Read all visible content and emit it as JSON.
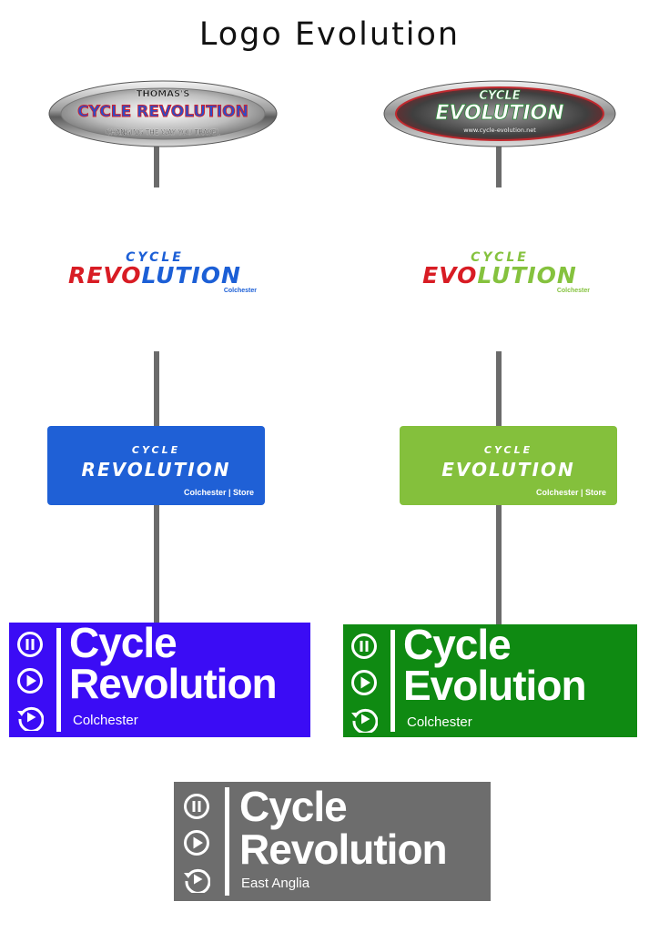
{
  "title": "Logo Evolution",
  "colors": {
    "connector": "#6b6b6b",
    "revolution_blue": "#1c5fd6",
    "revolution_red": "#d81c24",
    "evolution_green": "#85c23e",
    "tile_blue": "#1f60d6",
    "tile_green": "#84c03c",
    "box_purple": "#3b0cf5",
    "box_green": "#0f8a12",
    "box_grey": "#6d6d6d"
  },
  "left_column": {
    "badge": {
      "top_text": "THOMAS'S",
      "main_text": "CYCLE REVOLUTION",
      "bottom_text": "CHANGING THE WAY YOU TRAVEL"
    },
    "wordmark": {
      "small": "CYCLE",
      "big_red": "REVO",
      "big_blue": "LUTION",
      "location": "Colchester"
    },
    "tile": {
      "small": "CYCLE",
      "big": "REVOLUTION",
      "store": "Colchester | Store"
    },
    "box": {
      "line1": "Cycle",
      "line2": "Revolution",
      "line3": "Colchester"
    }
  },
  "right_column": {
    "badge": {
      "top_text": "CYCLE",
      "main_text": "EVOLUTION",
      "bottom_text": "www.cycle-evolution.net"
    },
    "wordmark": {
      "small": "CYCLE",
      "big_red": "EVO",
      "big_green": "LUTION",
      "location": "Colchester"
    },
    "tile": {
      "small": "CYCLE",
      "big": "EVOLUTION",
      "store": "Colchester | Store"
    },
    "box": {
      "line1": "Cycle",
      "line2": "Evolution",
      "line3": "Colchester"
    }
  },
  "bottom_box": {
    "line1": "Cycle",
    "line2": "Revolution",
    "line3": "East Anglia"
  },
  "icons": [
    "pause-icon",
    "play-icon",
    "replay-icon"
  ]
}
